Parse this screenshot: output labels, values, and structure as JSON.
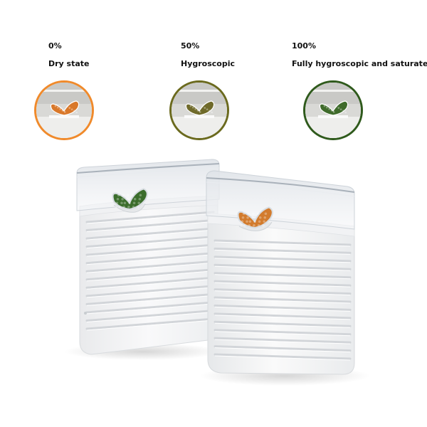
{
  "states": [
    {
      "percent": "0%",
      "label": "Dry state",
      "ring_color": "#f08a2b",
      "bead_color": "#d9782a"
    },
    {
      "percent": "50%",
      "label": "Hygroscopic",
      "ring_color": "#6b6a1e",
      "bead_color": "#6f6a2a"
    },
    {
      "percent": "100%",
      "label": "Fully hygroscopic and saturated",
      "ring_color": "#2f5a1c",
      "bead_color": "#3f6b2b"
    }
  ],
  "product": {
    "body_color": "#f4f5f6",
    "lid_color": "#e7eaee",
    "left_unit_bead_color": "#3b6d2c",
    "right_unit_bead_color": "#d27b2d"
  }
}
